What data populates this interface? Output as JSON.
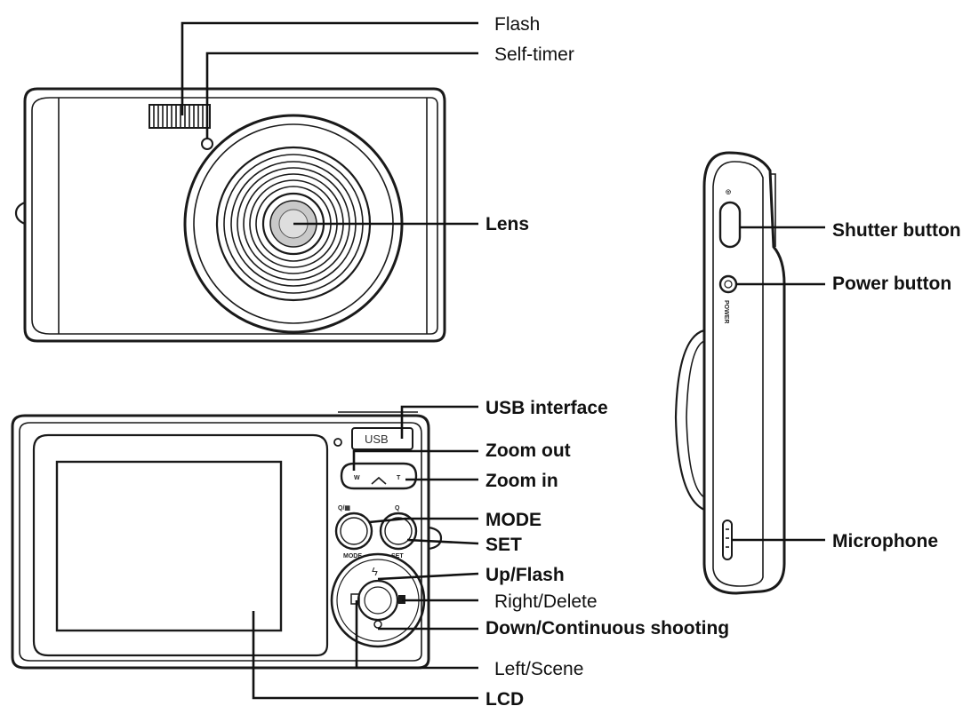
{
  "labels": {
    "flash": "Flash",
    "self_timer": "Self-timer",
    "lens": "Lens",
    "shutter_button": "Shutter button",
    "power_button": "Power button",
    "usb_interface": "USB interface",
    "zoom_out": "Zoom out",
    "zoom_in": "Zoom in",
    "mode": "MODE",
    "set": "SET",
    "microphone": "Microphone",
    "up_flash": "Up/Flash",
    "right_delete": "Right/Delete",
    "down_continuous": "Down/Continuous shooting",
    "left_scene": "Left/Scene",
    "lcd": "LCD"
  },
  "device_markings": {
    "usb": "USB",
    "zoom_w": "W",
    "zoom_t": "T",
    "mode_small": "MODE",
    "set_small": "SET",
    "power_vertical": "POWER"
  }
}
